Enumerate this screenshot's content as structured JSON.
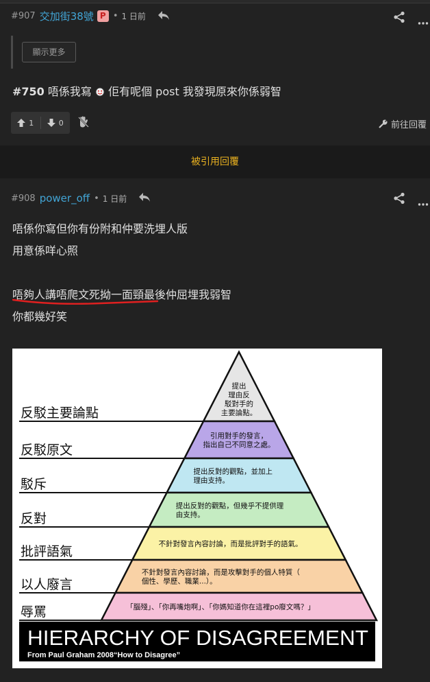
{
  "post907": {
    "number": "#907",
    "username": "交加街38號",
    "badge": "P",
    "time": "1 日前",
    "show_more": "顯示更多",
    "content_num": "#750",
    "content_text": " 唔係我寫 ",
    "content_text2": " 佢有呢個 post 我發現原來你係弱智",
    "upvotes": "1",
    "downvotes": "0",
    "go_reply": "前往回覆"
  },
  "cited_replies_label": "被引用回覆",
  "post908": {
    "number": "#908",
    "username": "power_off",
    "time": "1 日前",
    "lines": [
      "唔係你寫但你有份附和仲要洗埋人版",
      "用意係咩心照",
      "",
      "唔夠人講唔爬文死拗一面頸最後仲屈埋我弱智",
      "你都幾好笑"
    ]
  },
  "hierarchy_image": {
    "levels": [
      {
        "label": "反駁主要論點",
        "desc": [
          "提出",
          "理由反",
          "駁對手的",
          "主要論點。"
        ],
        "color": "#e6e6e6"
      },
      {
        "label": "反駁原文",
        "desc": [
          "引用對手的發言，",
          "指出自己不同意之處。"
        ],
        "color": "#b9a6e8"
      },
      {
        "label": "駁斥",
        "desc": [
          "提出反對的觀點，並加上",
          "理由支持。"
        ],
        "color": "#bfe7f2"
      },
      {
        "label": "反對",
        "desc": [
          "提出反對的觀點，但幾乎不提供理",
          "由支持。"
        ],
        "color": "#c5ecc2"
      },
      {
        "label": "批評語氣",
        "desc": [
          "不針對發言內容討論，而是批評對手的語氣。"
        ],
        "color": "#fbf2a6"
      },
      {
        "label": "以人廢言",
        "desc": [
          "不針對發言內容討論，而是攻擊對手的個人特質（",
          "個性、學歷、職業...）。"
        ],
        "color": "#f9d2a6"
      },
      {
        "label": "辱罵",
        "desc": [
          "「腦殘」、「你再嘴炮啊」、「你媽知道你在這裡po廢文嗎？」"
        ],
        "color": "#f6c0d8"
      }
    ],
    "banner_title": "HIERARCHY OF DISAGREEMENT",
    "banner_subtitle": "From Paul Graham 2008“How to Disagree”"
  }
}
